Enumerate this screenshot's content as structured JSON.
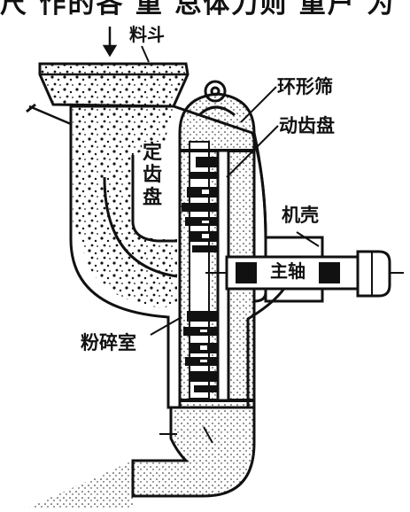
{
  "top_text": "尺 作的各 重 总体刀则 重户 为",
  "labels": {
    "hopper": "料斗",
    "ring_sieve": "环形筛",
    "moving_toothed_disc": "动齿盘",
    "fixed_toothed_disc": "定齿盘",
    "casing": "机壳",
    "main_shaft": "主轴",
    "crushing_chamber": "粉碎室"
  },
  "colors": {
    "ink": "#111111",
    "background": "#ffffff"
  }
}
